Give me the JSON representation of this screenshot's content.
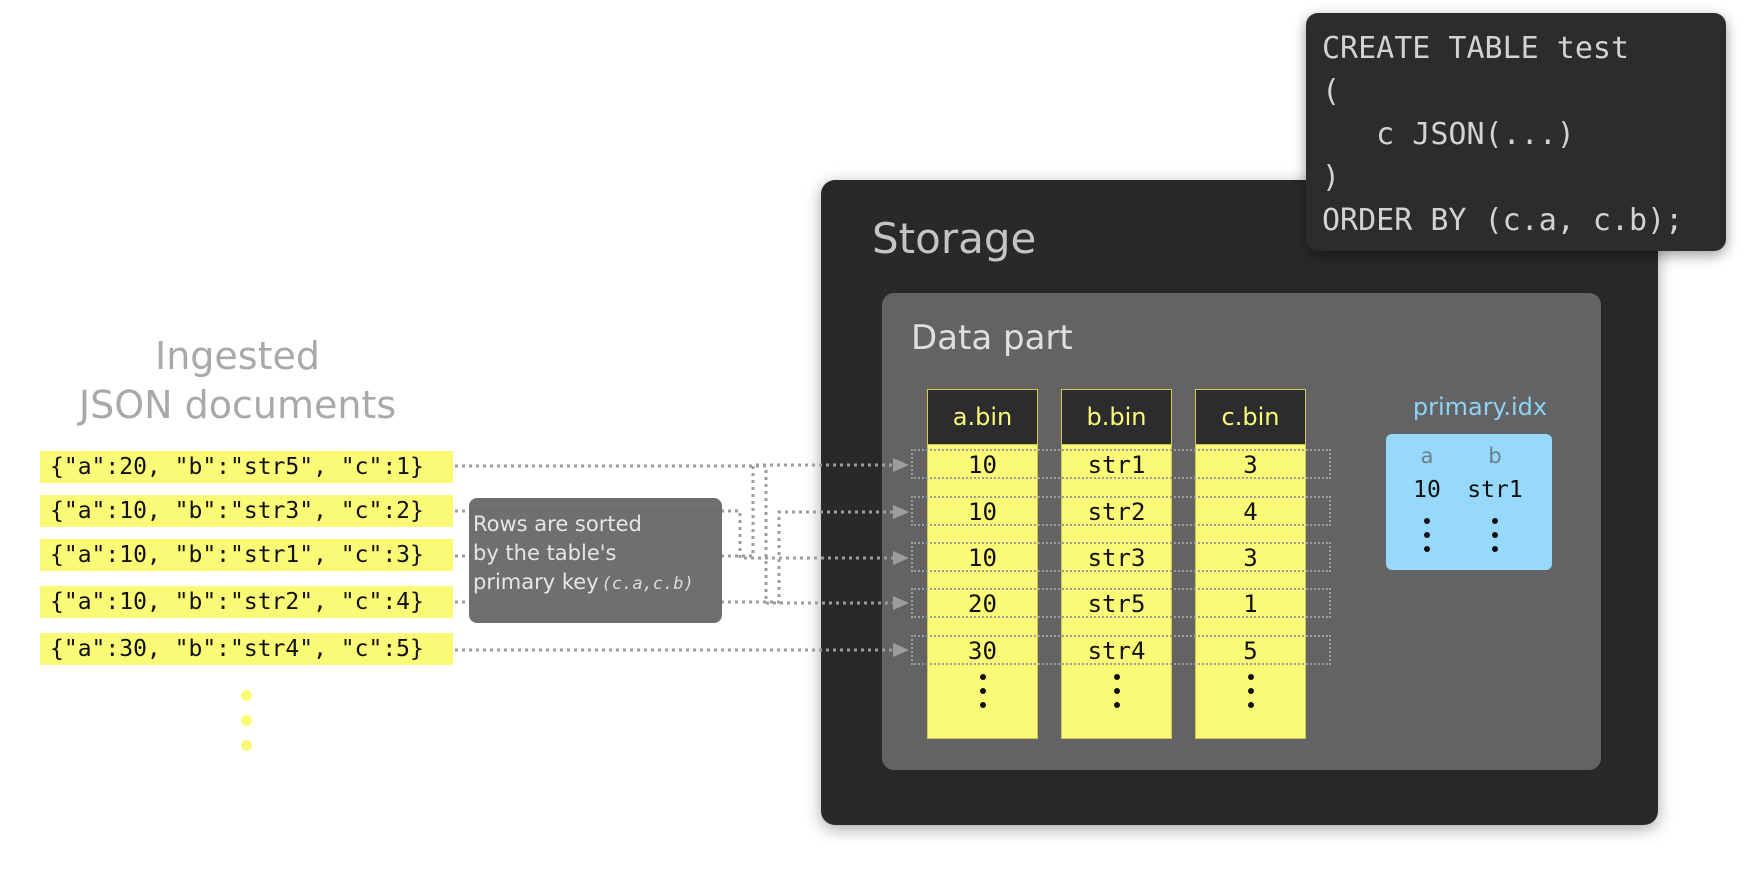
{
  "ingested": {
    "title_line1": "Ingested",
    "title_line2": "JSON documents",
    "documents": [
      "{\"a\":20, \"b\":\"str5\", \"c\":1}",
      "{\"a\":10, \"b\":\"str3\", \"c\":2}",
      "{\"a\":10, \"b\":\"str1\", \"c\":3}",
      "{\"a\":10, \"b\":\"str2\", \"c\":4}",
      "{\"a\":30, \"b\":\"str4\", \"c\":5}"
    ]
  },
  "note": {
    "line1": "Rows are sorted",
    "line2": "by the table's",
    "line3": "primary key",
    "key": "(c.a,c.b)"
  },
  "storage": {
    "title": "Storage",
    "data_part": {
      "title": "Data part",
      "columns": [
        {
          "name": "a.bin",
          "values": [
            "10",
            "10",
            "10",
            "20",
            "30"
          ]
        },
        {
          "name": "b.bin",
          "values": [
            "str1",
            "str2",
            "str3",
            "str5",
            "str4"
          ]
        },
        {
          "name": "c.bin",
          "values": [
            "3",
            "4",
            "3",
            "1",
            "5"
          ]
        }
      ],
      "primary_idx": {
        "title": "primary.idx",
        "header_a": "a",
        "header_b": "b",
        "value_a": "10",
        "value_b": "str1"
      }
    }
  },
  "sql": {
    "lines": [
      "CREATE TABLE test",
      "(",
      "   c JSON(...)",
      ")",
      "ORDER BY (c.a, c.b);"
    ]
  },
  "colors": {
    "highlight_yellow": "#fafa77",
    "storage_bg": "#29292b",
    "datapart_bg": "#636366",
    "index_blue": "#97d9fb"
  }
}
